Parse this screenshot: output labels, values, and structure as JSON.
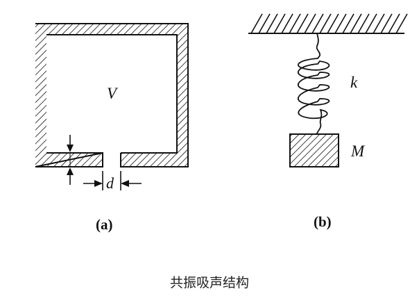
{
  "panel_a": {
    "volume_label": "V",
    "neck_label": "d",
    "panel_label": "(a)"
  },
  "panel_b": {
    "spring_label": "k",
    "mass_label": "M",
    "panel_label": "(b)"
  },
  "caption": "共振吸声结构"
}
